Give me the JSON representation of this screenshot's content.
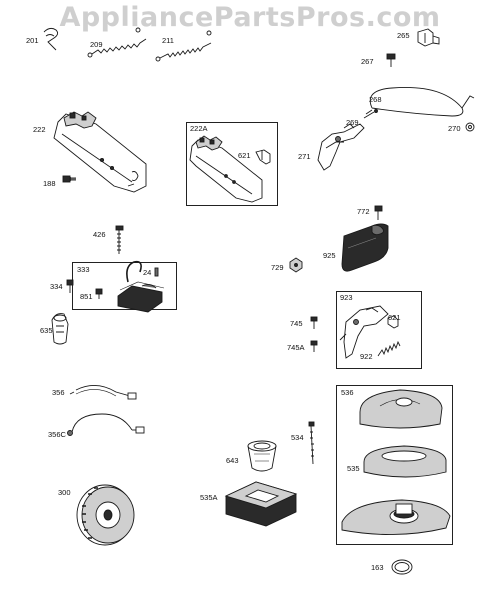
{
  "watermark": "AppliancePartsPros.com",
  "labels": {
    "p201": "201",
    "p209": "209",
    "p211": "211",
    "p265": "265",
    "p267": "267",
    "p268": "268",
    "p269": "269",
    "p270": "270",
    "p271": "271",
    "p222": "222",
    "p222A": "222A",
    "p621a": "621",
    "p188": "188",
    "p772": "772",
    "p426": "426",
    "p333": "333",
    "p24": "24",
    "p334": "334",
    "p851": "851",
    "p635": "635",
    "p729": "729",
    "p925": "925",
    "p923": "923",
    "p621b": "621",
    "p745": "745",
    "p745A": "745A",
    "p922": "922",
    "p356": "356",
    "p356C": "356C",
    "p536": "536",
    "p534": "534",
    "p643": "643",
    "p535": "535",
    "p300": "300",
    "p535A": "535A",
    "p163": "163"
  }
}
